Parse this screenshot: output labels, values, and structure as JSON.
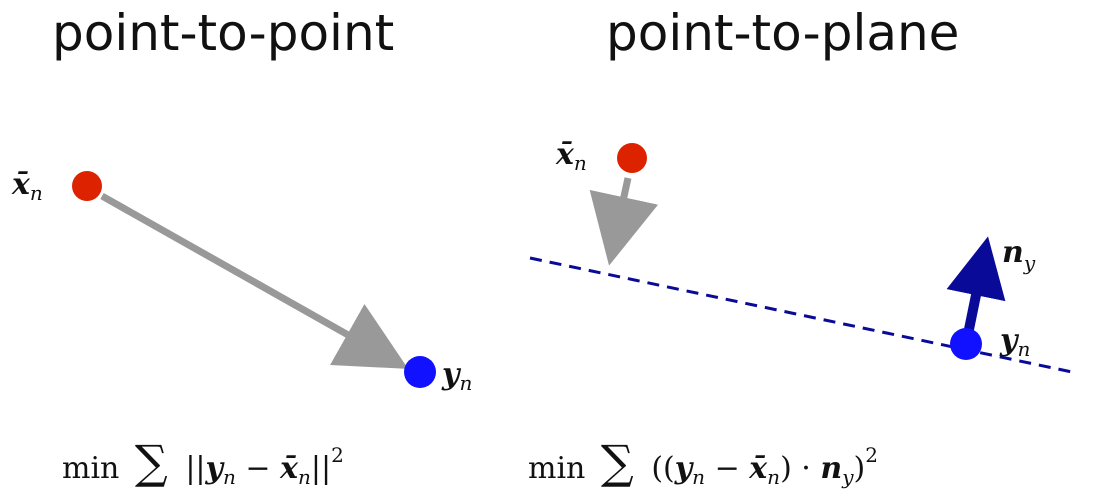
{
  "titles": {
    "left": "point-to-point",
    "right": "point-to-plane"
  },
  "labels": {
    "x_bar": "x̄",
    "y": "y",
    "n": "n",
    "normal_vector": "n",
    "normal_sub": "y",
    "plane": ""
  },
  "formulas": {
    "left": {
      "min": "min",
      "sum": "∑",
      "body_open": "||",
      "y": "y",
      "n": "n",
      "minus": " − ",
      "x_bar": "x̄",
      "body_close": "||",
      "exp": "2"
    },
    "right": {
      "min": "min",
      "sum": "∑",
      "open": "((",
      "y": "y",
      "n": "n",
      "minus": " − ",
      "x_bar": "x̄",
      "mid": ") · ",
      "nvec": "n",
      "nsub": "y",
      "close": ")",
      "exp": "2"
    }
  },
  "colors": {
    "source_point": "#dd2200",
    "target_point": "#1111ff",
    "arrow": "#999999",
    "plane": "#0a0a99",
    "normal": "#0a0a99",
    "text": "#111111"
  }
}
